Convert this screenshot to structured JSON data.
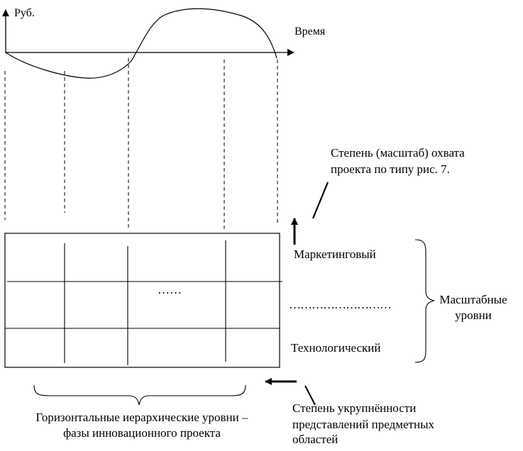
{
  "axis": {
    "y_label": "Руб.",
    "x_label": "Время"
  },
  "scope_note": {
    "line1": "Степень (масштаб) охвата",
    "line2": "проекта по типу рис.  7."
  },
  "levels": {
    "top": "Маркетинговый",
    "middle": "………………………",
    "bottom": "Технологический",
    "grid_ellipsis": "……"
  },
  "scale_levels": {
    "line1": "Масштабные",
    "line2": "уровни"
  },
  "horizontal_levels": {
    "line1": "Горизонтальные иерархические уровни –",
    "line2": "фазы инновационного проекта"
  },
  "aggregation": {
    "line1": "Степень укрупнённости",
    "line2": "представлений предметных",
    "line3": "областей"
  },
  "colors": {
    "ink": "#000000",
    "background": "#ffffff"
  }
}
